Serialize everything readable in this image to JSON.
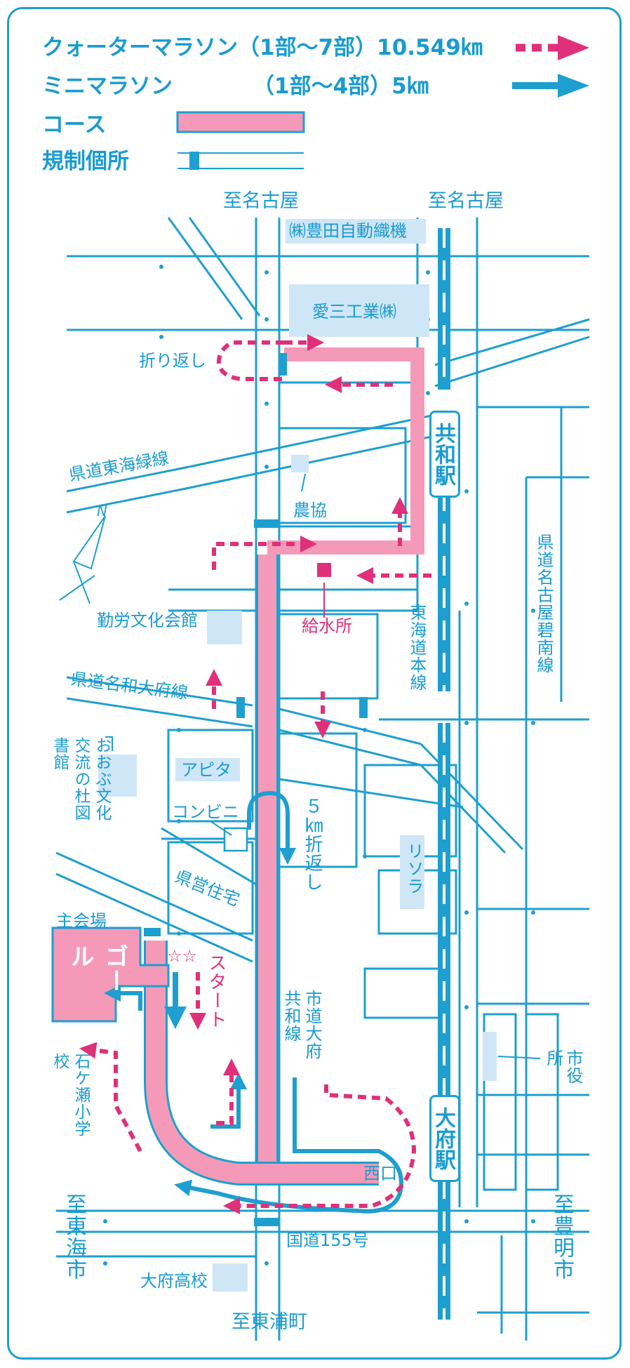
{
  "legend": {
    "quarter": "クォーターマラソン（1部～7部）10.549㎞",
    "mini_name": "ミニマラソン",
    "mini_parts": "（1部～4部）5㎞",
    "course": "コース",
    "restriction": "規制個所"
  },
  "labels": {
    "to_nagoya_left": "至名古屋",
    "to_nagoya_right": "至名古屋",
    "toyota_loom": "㈱豊田自動織機",
    "aisan": "愛三工業㈱",
    "turnaround": "折り返し",
    "route_tokai_ryoku": "県道東海緑線",
    "kyowa_station": "共和駅",
    "nokyo": "農協",
    "route_nagoya_hekinan": "県道名古屋碧南線",
    "water_station": "給水所",
    "kinro_bunka": "勤労文化会館",
    "tokaido_line": "東海道本線",
    "route_nawa_obu": "県道名和大府線",
    "obu_library": "おおぶ文化交流の杜図書館",
    "apita": "アピタ",
    "conveni": "コンビニ",
    "km5_turn": "５㎞折返し",
    "prefectural_housing": "県営住宅",
    "risora": "リソラ",
    "main_venue": "主会場",
    "goal": "ゴール",
    "start": "スタート",
    "stars": "☆☆",
    "city_road": "市道大府共和線",
    "nishiguchi": "西口",
    "obu_station": "大府駅",
    "city_hall": "市役所",
    "ishigase": "石ケ瀬小学校",
    "to_tokai": "至東海市",
    "to_toyoake": "至豊明市",
    "route155": "国道155号",
    "obu_high": "大府高校",
    "to_higashiura": "至東浦町",
    "north": "N"
  },
  "colors": {
    "blue": "#1e9fcf",
    "pink": "#f49ab8",
    "magenta": "#e0307a",
    "light_blue": "#cfe6f6"
  }
}
